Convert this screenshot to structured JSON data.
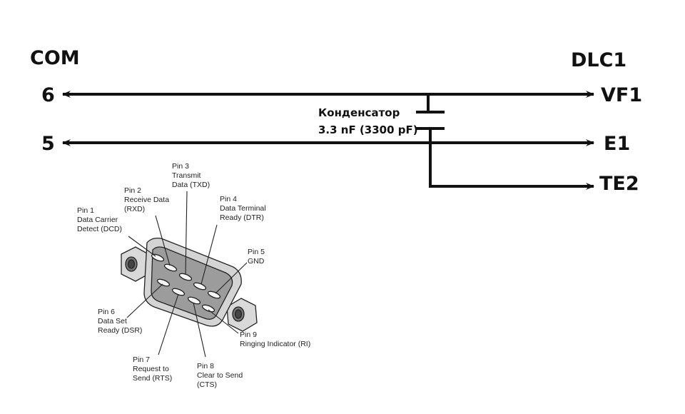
{
  "wiring": {
    "left_header": "COM",
    "right_header": "DLC1",
    "left_pins": [
      "6",
      "5"
    ],
    "right_pins": [
      "VF1",
      "E1",
      "TE2"
    ],
    "capacitor": {
      "name": "Конденсатор",
      "value": "3.3 nF (3300 pF)"
    }
  },
  "connector": {
    "pins": [
      {
        "lines": [
          "Pin 1",
          "Data Carrier",
          "Detect (DCD)"
        ]
      },
      {
        "lines": [
          "Pin 2",
          "Receive Data",
          "(RXD)"
        ]
      },
      {
        "lines": [
          "Pin 3",
          "Transmit",
          "Data (TXD)"
        ]
      },
      {
        "lines": [
          "Pin 4",
          "Data Terminal",
          "Ready (DTR)"
        ]
      },
      {
        "lines": [
          "Pin 5",
          "GND"
        ]
      },
      {
        "lines": [
          "Pin 6",
          "Data Set",
          "Ready (DSR)"
        ]
      },
      {
        "lines": [
          "Pin 7",
          "Request to",
          "Send (RTS)"
        ]
      },
      {
        "lines": [
          "Pin 8",
          "Clear to Send",
          "(CTS)"
        ]
      },
      {
        "lines": [
          "Pin 9",
          "Ringing Indicator (RI)"
        ]
      }
    ]
  },
  "colors": {
    "line": "#111111",
    "connector_fill": "#cfcfcf",
    "connector_face": "#9a9a9a",
    "pin_fill": "#f6f6f6"
  }
}
